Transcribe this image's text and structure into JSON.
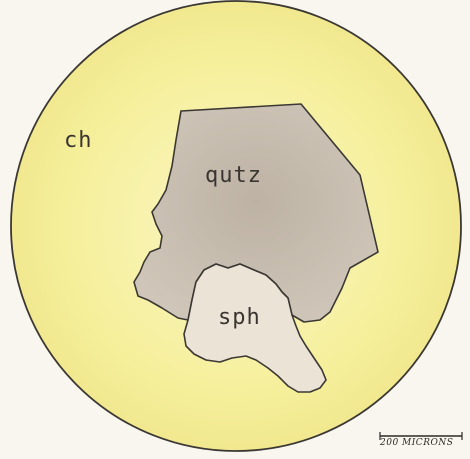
{
  "labels": {
    "chlorite": "ch",
    "quartz": "qutz",
    "sphene": "sph"
  },
  "scale_bar": {
    "text": "200 MICRONS"
  },
  "colors": {
    "background": "#f8f6ee",
    "chlorite_field": "#f5ef9a",
    "quartz_fill": "#c9bfb2",
    "sphene_fill": "#ebe3d6",
    "outline": "#3b3833"
  }
}
